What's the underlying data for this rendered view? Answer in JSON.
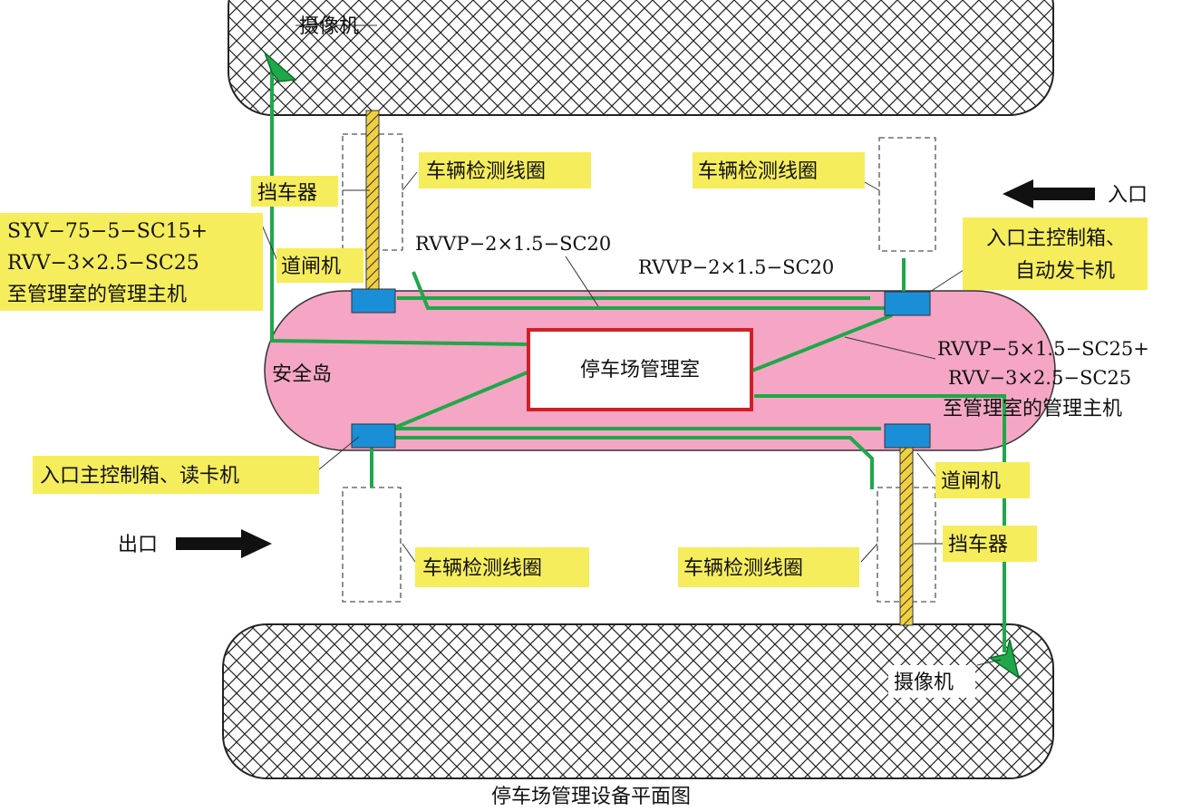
{
  "title": "停车场管理设备平面图",
  "labels": {
    "camera_top": "摄像机",
    "camera_bottom": "摄像机",
    "barrier_left": "挡车器",
    "barrier_right": "挡车器",
    "loop_top_left": "车辆检测线圈",
    "loop_top_right": "车辆检测线圈",
    "loop_bottom_left": "车辆检测线圈",
    "loop_bottom_right": "车辆检测线圈",
    "gate_left": "道闸机",
    "gate_right": "道闸机",
    "entry_label": "入口",
    "exit_label": "出口",
    "island": "安全岛",
    "control_room": "停车场管理室",
    "entry_box_top_line1": "入口主控制箱、",
    "entry_box_top_line2": "自动发卡机",
    "entry_box_bottom": "入口主控制箱、读卡机",
    "cable_left_line1": "SYV−75−5−SC15+",
    "cable_left_line2": "RVV−3×2.5−SC25",
    "cable_left_line3": "至管理室的管理主机",
    "cable_mid_top": "RVVP−2×1.5−SC20",
    "cable_right_top": "RVVP−2×1.5−SC20",
    "cable_right_line1": "RVVP−5×1.5−SC25+",
    "cable_right_line2": "RVV−3×2.5−SC25",
    "cable_right_line3": "至管理室的管理主机"
  },
  "colors": {
    "island_fill": "#f4a6c4",
    "label_bg": "#f5ed5c",
    "cable": "#1fa84a",
    "device": "#1a8fd8",
    "room_border": "#d11f2a",
    "barrier": "#e8c832"
  }
}
